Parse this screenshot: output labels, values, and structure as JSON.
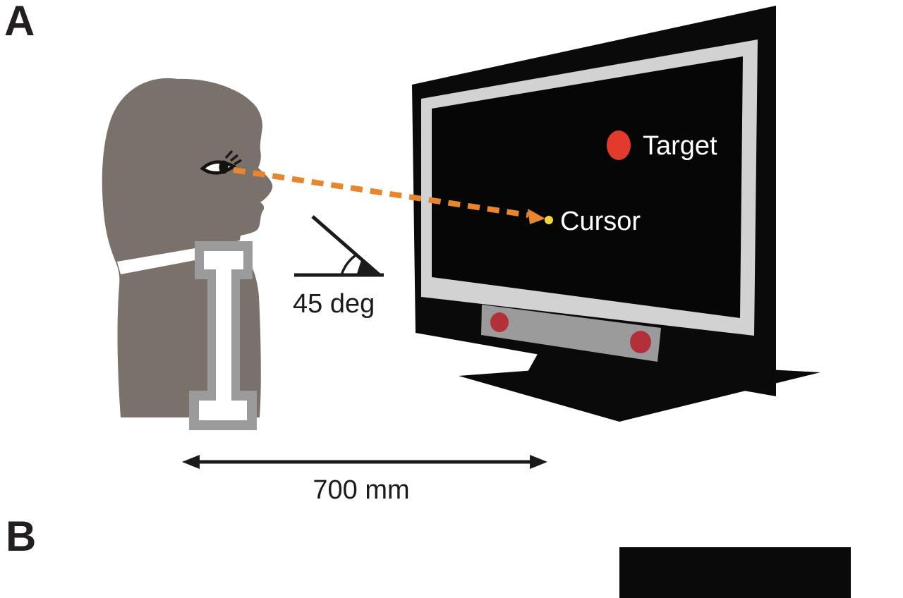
{
  "figure": {
    "panel_a": {
      "label": "A",
      "monitor_screen": {
        "target_label": "Target",
        "cursor_label": "Cursor"
      },
      "angle_label": "45 deg",
      "distance_label": "700 mm"
    },
    "panel_b": {
      "label": "B"
    }
  },
  "colors": {
    "body": "#7b716b",
    "ink": "#1c1a1a",
    "monitor_black": "#0b0a0a",
    "monitor_frame_gray": "#d2d2d2",
    "screen_black": "#070606",
    "target_red": "#e23b2c",
    "cursor_yellow": "#f2d43c",
    "gaze_orange": "#e8862e",
    "sensor_bar_gray": "#9b9b9b",
    "sensor_dot_red": "#b2303a",
    "chinrest_gray": "#9b9b9b",
    "screen_text": "#ffffff"
  }
}
